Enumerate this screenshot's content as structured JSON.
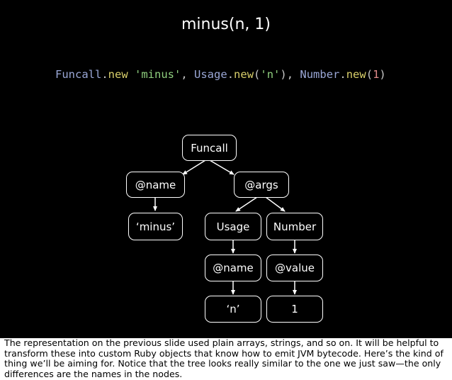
{
  "slide": {
    "title": "minus(n, 1)",
    "code": {
      "c1": "Funcall",
      "p1": ".",
      "m1": "new",
      "p2": " ",
      "s1": "'minus'",
      "p3": ", ",
      "c2": "Usage",
      "p4": ".",
      "m2": "new",
      "p5": "(",
      "s2": "'n'",
      "p6": "), ",
      "c3": "Number",
      "p7": ".",
      "m3": "new",
      "p8": "(",
      "n1": "1",
      "p9": ")"
    }
  },
  "tree": {
    "nodes": {
      "funcall": "Funcall",
      "name": "@name",
      "args": "@args",
      "minus": "‘minus’",
      "usage": "Usage",
      "number": "Number",
      "usage_name": "@name",
      "value": "@value",
      "n": "‘n’",
      "one": "1"
    }
  },
  "caption": "The representation on the previous slide used plain arrays, strings, and so on. It will be helpful to transform these into custom Ruby objects that know how to emit JVM bytecode. Here’s the kind of thing we’ll be aiming for. Notice that the tree looks really similar to the one we just saw—the only differences are the names in the nodes."
}
